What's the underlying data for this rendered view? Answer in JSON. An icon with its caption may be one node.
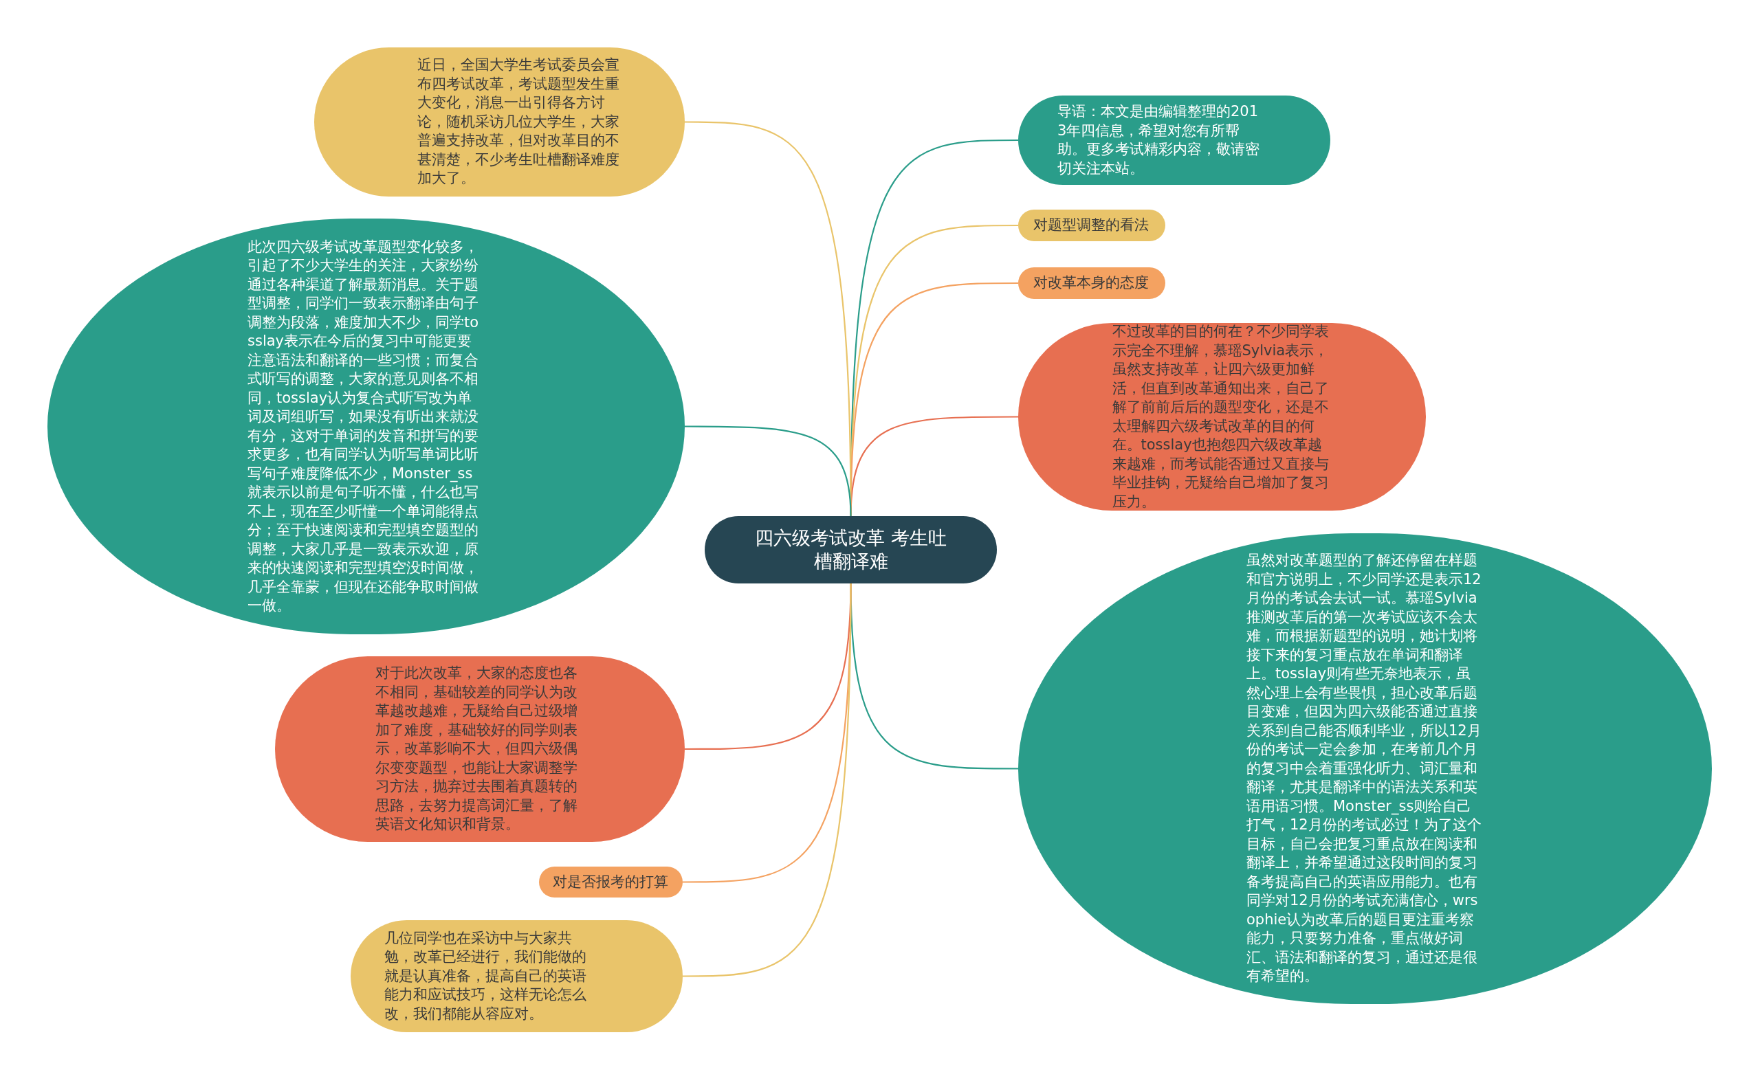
{
  "diagram": {
    "nodes": [
      {
        "text": [
          "四六级考试改革 考生吐槽翻译难"
        ]
      },
      {
        "text": [
          "导语：本文是由编辑整理的2013年四信息，希望对您有所帮助。更多考试精彩内容，敬请密切关注本站。"
        ]
      },
      {
        "text": [
          "对题型调整的看法"
        ]
      },
      {
        "text": [
          "对改革本身的态度"
        ]
      },
      {
        "text": [
          "不过改革的目的何在？不少同学表示完全不理解，慕瑶Sylvia表示，虽然支持改革，让四六级更加鲜活，但直到改革通知出来，自己了解了前前后后的题型变化，还是不太理解四六级考试改革的目的何在。tosslay也抱怨四六级改革越来越难，而考试能否通过又直接与毕业挂钩，无疑给自己增加了复习压力。"
        ]
      },
      {
        "text": [
          "虽然对改革题型的了解还停留在样题和官方说明上，不少同学还是表示12月份的考试会去试一试。慕瑶Sylvia推测改革后的第一次考试应该不会太难，而根据新题型的说明，她计划将接下来的复习重点放在单词和翻译上。tosslay则有些无奈地表示，虽然心理上会有些畏惧，担心改革后题目变难，但因为四六级能否通过直接关系到自己能否顺利毕业，所以12月份的考试一定会参加，在考前几个月的复习中会着重强化听力、词汇量和翻译，尤其是翻译中的语法关系和英语用语习惯。Monster_ss则给自己打气，12月份的考试必过！为了这个目标，自己会把复习重点放在阅读和翻译上，并希望通过这段时间的复习备考提高自己的英语应用能力。也有同学对12月份的考试充满信心，wrsophie认为改革后的题目更注重考察能力，只要努力准备，重点做好词汇、语法和翻译的复习，通过还是很有希望的。"
        ]
      },
      {
        "text": [
          "近日，全国大学生考试委员会宣布四考试改革，考试题型发生重大变化，消息一出引得各方讨论，随机采访几位大学生，大家普遍支持改革，但对改革目的不甚清楚，不少考生吐槽翻译难度加大了。"
        ]
      },
      {
        "text": [
          "此次四六级考试改革题型变化较多，引起了不少大学生的关注，大家纷纷通过各种渠道了解最新消息。关于题型调整，同学们一致表示翻译由句子调整为段落，难度加大不少，同学tosslay表示在今后的复习中可能更要注意语法和翻译的一些习惯；而复合式听写的调整，大家的意见则各不相同，tosslay认为复合式听写改为单词及词组听写，如果没有听出来就没有分，这对于单词的发音和拼写的要求更多，也有同学认为听写单词比听写句子难度降低不少，Monster_ss就表示以前是句子听不懂，什么也写不上，现在至少听懂一个单词能得点分；至于快速阅读和完型填空题型的调整，大家几乎是一致表示欢迎，原来的快速阅读和完型填空没时间做，几乎全靠蒙，但现在还能争取时间做一做。"
        ]
      },
      {
        "text": [
          "对于此次改革，大家的态度也各不相同，基础较差的同学认为改革越改越难，无疑给自己过级增加了难度，基础较好的同学则表示，改革影响不大，但四六级偶尔变变题型，也能让大家调整学习方法，抛弃过去围着真题转的思路，去努力提高词汇量，了解英语文化知识和背景。"
        ]
      },
      {
        "text": [
          "对是否报考的打算"
        ]
      },
      {
        "text": [
          "几位同学也在采访中与大家共勉，改革已经进行，我们能做的就是认真准备，提高自己的英语能力和应试技巧，这样无论怎么改，我们都能从容应对。"
        ]
      }
    ],
    "edges": [
      {
        "from": 0,
        "to": 1,
        "arrow": "none",
        "color": "#2a9d8a"
      },
      {
        "from": 0,
        "to": 2,
        "arrow": "none",
        "color": "#e9c46a"
      },
      {
        "from": 0,
        "to": 3,
        "arrow": "none",
        "color": "#f4a261"
      },
      {
        "from": 0,
        "to": 4,
        "arrow": "none",
        "color": "#e76f51"
      },
      {
        "from": 0,
        "to": 5,
        "arrow": "none",
        "color": "#2a9d8a"
      },
      {
        "from": 0,
        "to": 6,
        "arrow": "none",
        "color": "#e9c46a"
      },
      {
        "from": 0,
        "to": 7,
        "arrow": "none",
        "color": "#2a9d8a"
      },
      {
        "from": 0,
        "to": 8,
        "arrow": "none",
        "color": "#e76f51"
      },
      {
        "from": 0,
        "to": 9,
        "arrow": "none",
        "color": "#f4a261"
      },
      {
        "from": 0,
        "to": 10,
        "arrow": "none",
        "color": "#e9c46a"
      }
    ]
  }
}
